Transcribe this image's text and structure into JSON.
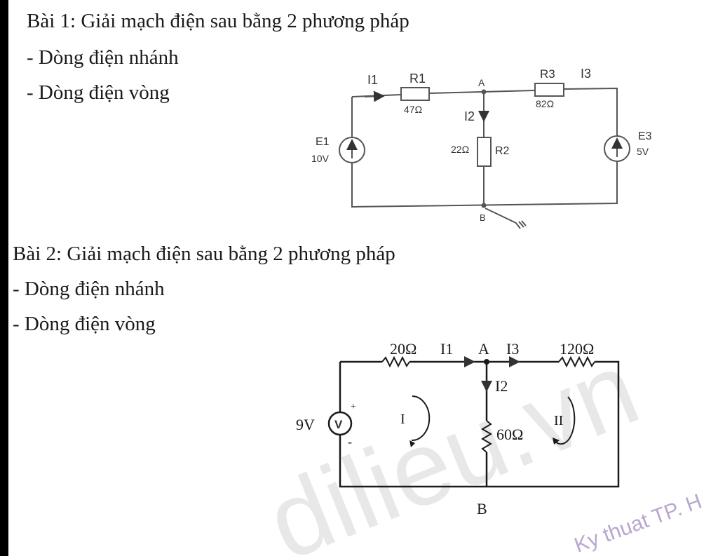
{
  "problem1": {
    "title": "Bài 1: Giải mạch điện sau bằng 2 phương pháp",
    "items": [
      "- Dòng điện nhánh",
      "- Dòng điện vòng"
    ],
    "circuit": {
      "i1": "I1",
      "r1": "R1",
      "r1_val": "47Ω",
      "node_a": "A",
      "r3": "R3",
      "i3": "I3",
      "r3_val": "82Ω",
      "i2": "I2",
      "r2": "R2",
      "r2_val": "22Ω",
      "e1": "E1",
      "e1_val": "10V",
      "e3": "E3",
      "e3_val": "5V",
      "node_b": "B"
    }
  },
  "problem2": {
    "title": "Bài 2: Giải mạch điện sau bằng 2 phương pháp",
    "items": [
      "- Dòng điện nhánh",
      "- Dòng điện vòng"
    ],
    "circuit": {
      "r_left": "20Ω",
      "i1": "I1",
      "node_a": "A",
      "i3": "I3",
      "r_right": "120Ω",
      "i2": "I2",
      "r_mid": "60Ω",
      "source": "9V",
      "meter": "V",
      "plus": "+",
      "minus": "-",
      "loop1": "I",
      "loop2": "II",
      "node_b": "B"
    }
  },
  "watermark": {
    "logo": "dilieu.vn",
    "credit": "Ky thuat TP. H"
  }
}
